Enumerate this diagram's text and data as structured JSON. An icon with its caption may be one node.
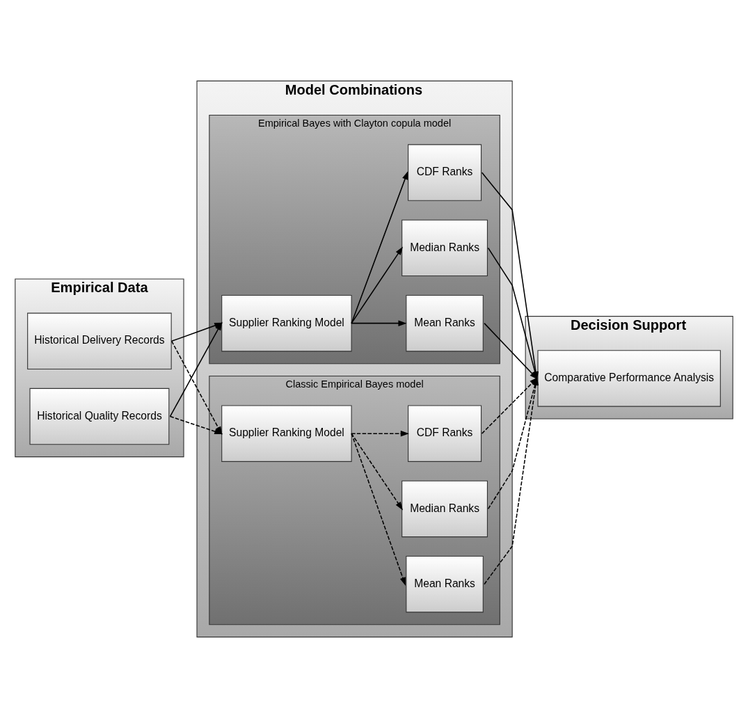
{
  "diagram": {
    "nodes": [
      {
        "text": [
          "Empirical Data"
        ]
      },
      {
        "text": [
          "Historical Delivery Records"
        ],
        "in": 0
      },
      {
        "text": [
          "Historical Quality Records"
        ],
        "in": 0
      },
      {
        "text": [
          "Model Combinations"
        ]
      },
      {
        "text": [
          "Empirical Bayes with Clayton copula model"
        ],
        "in": 3
      },
      {
        "text": [
          "Supplier Ranking Model"
        ],
        "in": 4
      },
      {
        "text": [
          "Mean Ranks"
        ],
        "in": 4
      },
      {
        "text": [
          "Median Ranks"
        ],
        "in": 4
      },
      {
        "text": [
          "CDF Ranks"
        ],
        "in": 4
      },
      {
        "text": [
          "Classic Empirical Bayes model"
        ],
        "in": 3
      },
      {
        "text": [
          "Supplier Ranking Model"
        ],
        "in": 9
      },
      {
        "text": [
          "Mean Ranks"
        ],
        "in": 9
      },
      {
        "text": [
          "Median Ranks"
        ],
        "in": 9
      },
      {
        "text": [
          "CDF Ranks"
        ],
        "in": 9
      },
      {
        "text": [
          "Decision Support"
        ]
      },
      {
        "text": [
          "Comparative Performance Analysis"
        ],
        "in": 14
      }
    ],
    "edges": [
      {
        "from": 1,
        "to": 5,
        "arrow": "to"
      },
      {
        "from": 2,
        "to": 5,
        "arrow": "to"
      },
      {
        "from": 1,
        "to": 10,
        "arrow": "to",
        "style": "dashed"
      },
      {
        "from": 2,
        "to": 10,
        "arrow": "to",
        "style": "dashed"
      },
      {
        "from": 5,
        "to": 6,
        "arrow": "to"
      },
      {
        "from": 5,
        "to": 7,
        "arrow": "to"
      },
      {
        "from": 5,
        "to": 8,
        "arrow": "to"
      },
      {
        "from": 10,
        "to": 11,
        "arrow": "to",
        "style": "dashed"
      },
      {
        "from": 10,
        "to": 12,
        "arrow": "to",
        "style": "dashed"
      },
      {
        "from": 10,
        "to": 13,
        "arrow": "to",
        "style": "dashed"
      },
      {
        "from": 6,
        "to": 15,
        "arrow": "to"
      },
      {
        "from": 7,
        "to": 15,
        "arrow": "to"
      },
      {
        "from": 8,
        "to": 15,
        "arrow": "to"
      },
      {
        "from": 11,
        "to": 15,
        "arrow": "to",
        "style": "dashed"
      },
      {
        "from": 12,
        "to": 15,
        "arrow": "to",
        "style": "dashed"
      },
      {
        "from": 13,
        "to": 15,
        "arrow": "to",
        "style": "dashed"
      }
    ]
  }
}
